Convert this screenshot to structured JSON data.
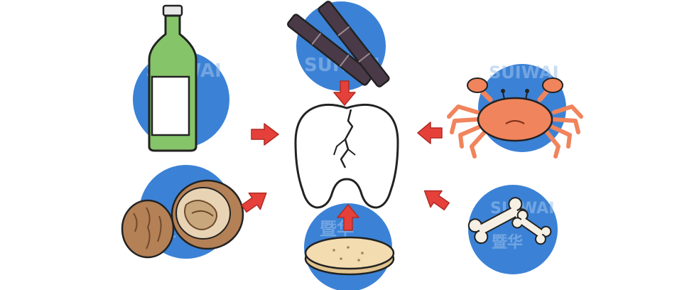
{
  "colors": {
    "circle": "#3b82d6",
    "arrow": "#e5413a",
    "outline": "#222222",
    "bottle_glass": "#86c46a",
    "bottle_label": "#ffffff",
    "sugarcane": "#4a3a48",
    "crab": "#f0845c",
    "walnut_shell": "#b48055",
    "walnut_inner": "#e8d3b4",
    "cracker": "#f3dcb0",
    "bone": "#f6f0e4",
    "watermark": "#9fc3ea"
  },
  "watermark": {
    "latin": "SUIWAI",
    "cjk": "暨华"
  },
  "items": [
    {
      "name": "liquor-bottle",
      "icon": "bottle-icon"
    },
    {
      "name": "sugarcane",
      "icon": "sugarcane-icon"
    },
    {
      "name": "crab",
      "icon": "crab-icon"
    },
    {
      "name": "walnuts",
      "icon": "walnut-icon"
    },
    {
      "name": "hard-cracker",
      "icon": "cracker-icon"
    },
    {
      "name": "bone",
      "icon": "bone-icon"
    }
  ],
  "center": {
    "icon": "cracked-tooth-icon"
  }
}
